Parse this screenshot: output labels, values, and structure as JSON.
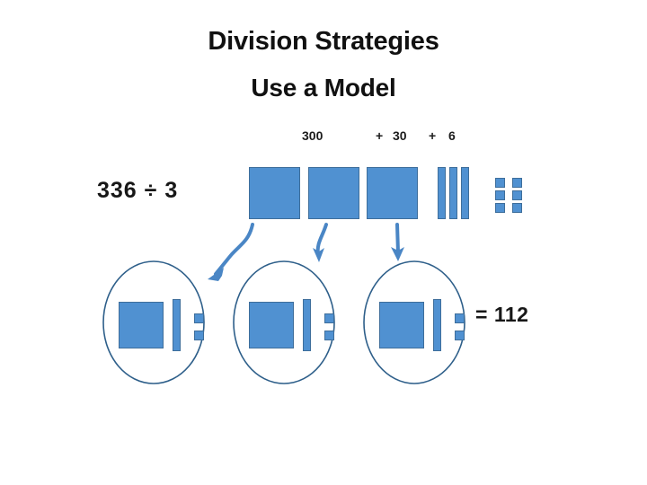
{
  "slide": {
    "title_main": "Division Strategies",
    "title_sub": "Use a Model",
    "background_color": "#ffffff"
  },
  "expression": {
    "problem": "336 ÷ 3",
    "result": "= 112"
  },
  "decomposition_labels": {
    "hundreds": "300",
    "plus_1": "+",
    "tens": "30",
    "plus_2": "+",
    "ones": "6"
  },
  "colors": {
    "block_fill": "#5091D1",
    "block_stroke": "#3E6E9B",
    "oval_stroke": "#2E5F8A",
    "arrow": "#4A86C5",
    "text": "#171717"
  },
  "top_row": {
    "description": "336 represented with base-ten blocks",
    "flats": 3,
    "rods": 3,
    "units": 6,
    "flat_value": 100,
    "rod_value": 10,
    "unit_value": 1
  },
  "groups": [
    {
      "name": "group-1",
      "flats": 1,
      "rods": 1,
      "units": 2,
      "value": 112
    },
    {
      "name": "group-2",
      "flats": 1,
      "rods": 1,
      "units": 2,
      "value": 112
    },
    {
      "name": "group-3",
      "flats": 1,
      "rods": 1,
      "units": 2,
      "value": 112
    }
  ],
  "arrows": [
    {
      "name": "arrow-to-group-1",
      "style": "s-curve"
    },
    {
      "name": "arrow-to-group-2",
      "style": "short-curve"
    },
    {
      "name": "arrow-to-group-3",
      "style": "straight-down"
    }
  ]
}
